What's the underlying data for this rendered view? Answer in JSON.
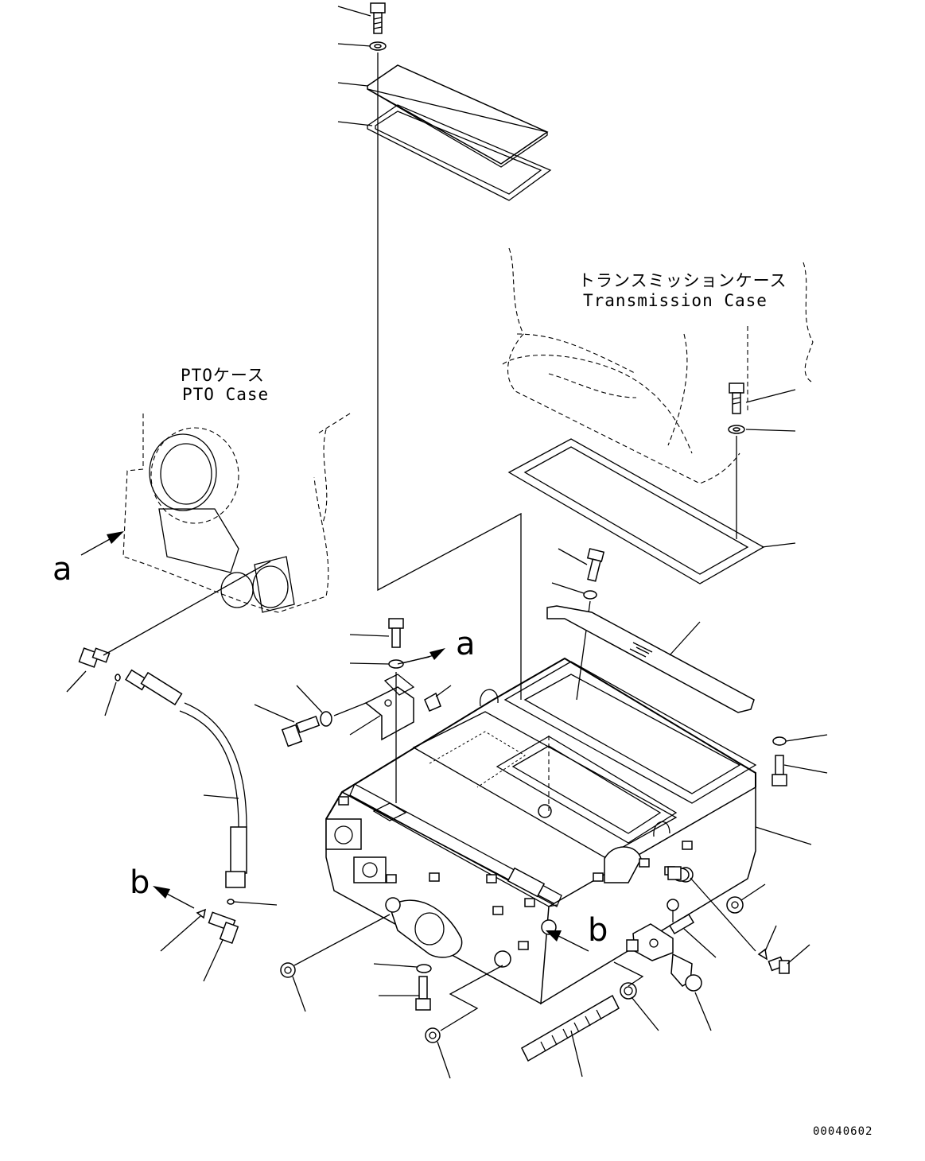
{
  "labels": {
    "transmission_case_jp": "トランスミッションケース",
    "transmission_case_en": "Transmission Case",
    "pto_case_jp": "PTOケース",
    "pto_case_en": "PTO Case"
  },
  "view_markers": {
    "a_left": "a",
    "a_right": "a",
    "b_left": "b",
    "b_right": "b"
  },
  "figure_code": "00040602"
}
